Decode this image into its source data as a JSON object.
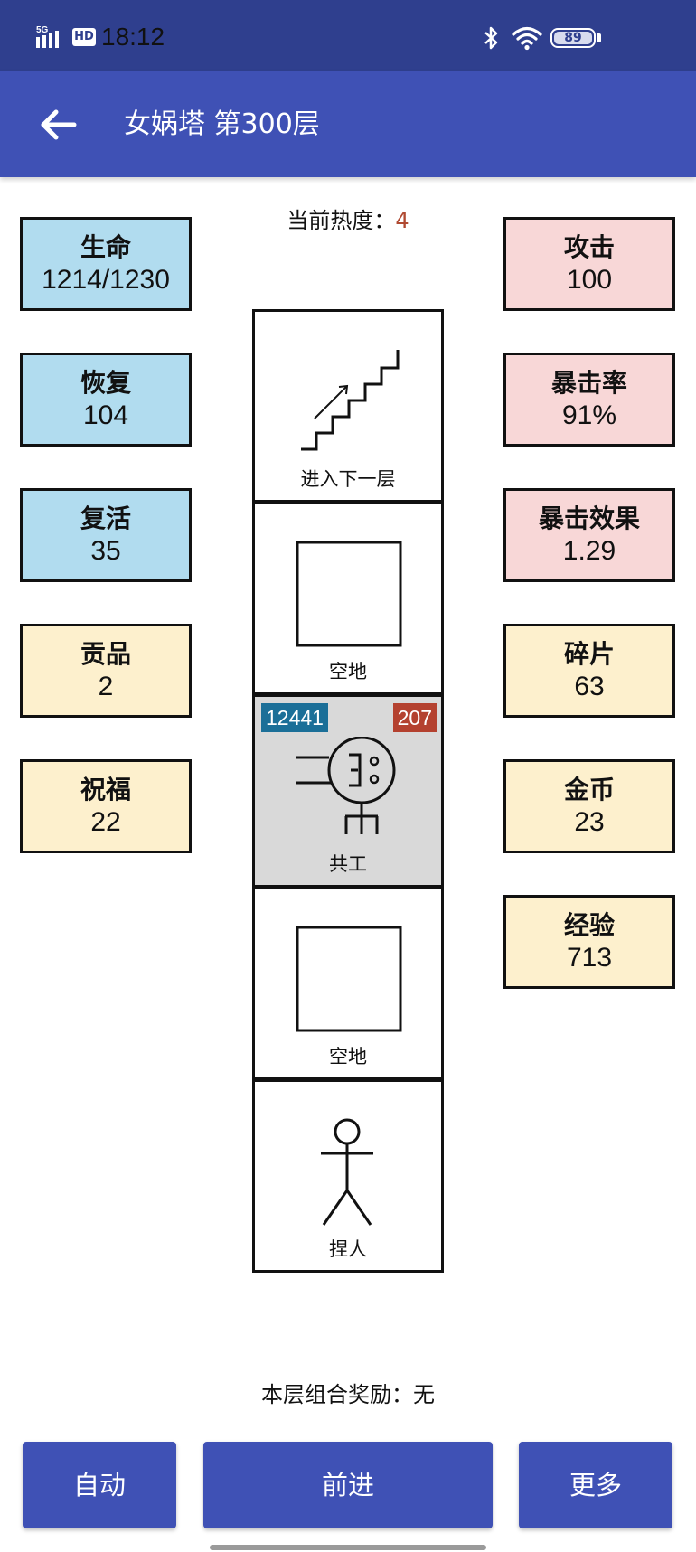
{
  "status_bar": {
    "network": "5G",
    "hd": "HD",
    "time": "18:12",
    "battery": "89"
  },
  "header": {
    "title": "女娲塔 第300层"
  },
  "heat": {
    "label": "当前热度：",
    "value": "4"
  },
  "stats_left": [
    {
      "label": "生命",
      "value": "1214/1230"
    },
    {
      "label": "恢复",
      "value": "104"
    },
    {
      "label": "复活",
      "value": "35"
    },
    {
      "label": "贡品",
      "value": "2"
    },
    {
      "label": "祝福",
      "value": "22"
    }
  ],
  "stats_right": [
    {
      "label": "攻击",
      "value": "100"
    },
    {
      "label": "暴击率",
      "value": "91%"
    },
    {
      "label": "暴击效果",
      "value": "1.29"
    },
    {
      "label": "碎片",
      "value": "63"
    },
    {
      "label": "金币",
      "value": "23"
    },
    {
      "label": "经验",
      "value": "713"
    }
  ],
  "tower": {
    "cells": [
      {
        "label": "进入下一层",
        "icon": "stairs-icon"
      },
      {
        "label": "空地",
        "icon": "empty-square-icon"
      },
      {
        "label": "共工",
        "icon": "enemy-creature-icon",
        "hp": "12441",
        "attack": "207"
      },
      {
        "label": "空地",
        "icon": "empty-square-icon"
      },
      {
        "label": "捏人",
        "icon": "stick-figure-icon"
      }
    ]
  },
  "reward": {
    "text": "本层组合奖励：无"
  },
  "buttons": {
    "auto": "自动",
    "advance": "前进",
    "more": "更多"
  },
  "colors": {
    "status_bar": "#2f3f8e",
    "app_bar": "#3f51b5",
    "stat_blue": "#b1dcef",
    "stat_pink": "#f8d7d7",
    "stat_cream": "#fdf0cd",
    "enemy_cell": "#d9d9d9",
    "hp_badge": "#1b6f98",
    "attack_badge": "#b4412f",
    "heat_value": "#b04a32"
  }
}
